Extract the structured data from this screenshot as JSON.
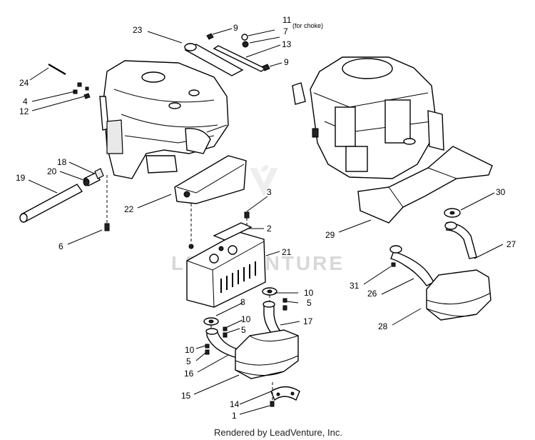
{
  "callouts": [
    {
      "id": "c23",
      "text": "23"
    },
    {
      "id": "c9a",
      "text": "9"
    },
    {
      "id": "c11",
      "text": "11"
    },
    {
      "id": "c11note",
      "text": "(for choke)"
    },
    {
      "id": "c7",
      "text": "7"
    },
    {
      "id": "c13",
      "text": "13"
    },
    {
      "id": "c9b",
      "text": "9"
    },
    {
      "id": "c24",
      "text": "24"
    },
    {
      "id": "c4",
      "text": "4"
    },
    {
      "id": "c12",
      "text": "12"
    },
    {
      "id": "c18",
      "text": "18"
    },
    {
      "id": "c20",
      "text": "20"
    },
    {
      "id": "c19",
      "text": "19"
    },
    {
      "id": "c22",
      "text": "22"
    },
    {
      "id": "c3",
      "text": "3"
    },
    {
      "id": "c2",
      "text": "2"
    },
    {
      "id": "c6",
      "text": "6"
    },
    {
      "id": "c21",
      "text": "21"
    },
    {
      "id": "c8",
      "text": "8"
    },
    {
      "id": "c10a",
      "text": "10"
    },
    {
      "id": "c5a",
      "text": "5"
    },
    {
      "id": "c10b",
      "text": "10"
    },
    {
      "id": "c5b",
      "text": "5"
    },
    {
      "id": "c17",
      "text": "17"
    },
    {
      "id": "c10c",
      "text": "10"
    },
    {
      "id": "c5c",
      "text": "5"
    },
    {
      "id": "c16",
      "text": "16"
    },
    {
      "id": "c15",
      "text": "15"
    },
    {
      "id": "c14",
      "text": "14"
    },
    {
      "id": "c1",
      "text": "1"
    },
    {
      "id": "c30",
      "text": "30"
    },
    {
      "id": "c29",
      "text": "29"
    },
    {
      "id": "c27",
      "text": "27"
    },
    {
      "id": "c31",
      "text": "31"
    },
    {
      "id": "c26",
      "text": "26"
    },
    {
      "id": "c28",
      "text": "28"
    }
  ],
  "footer": "Rendered by LeadVenture, Inc.",
  "watermark": "LEADVENTURE"
}
